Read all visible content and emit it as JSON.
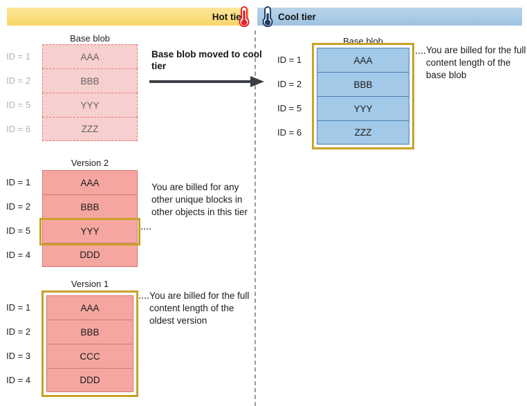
{
  "tiers": {
    "hot": {
      "label": "Hot tier",
      "icon": "thermometer-hot-icon",
      "bar_color": "#fbdd7e"
    },
    "cool": {
      "label": "Cool tier",
      "icon": "thermometer-cool-icon",
      "bar_color": "#a9cbe5"
    }
  },
  "transition": {
    "label": "Base blob moved to cool tier",
    "arrow": "right-arrow-icon"
  },
  "hot_tier": {
    "base_blob": {
      "title": "Base blob",
      "style": "dashed-faded",
      "rows": [
        {
          "id": "ID = 1",
          "block": "AAA"
        },
        {
          "id": "ID = 2",
          "block": "BBB"
        },
        {
          "id": "ID = 5",
          "block": "YYY"
        },
        {
          "id": "ID = 6",
          "block": "ZZZ"
        }
      ]
    },
    "version2": {
      "title": "Version 2",
      "highlight_row_index": 2,
      "rows": [
        {
          "id": "ID = 1",
          "block": "AAA"
        },
        {
          "id": "ID = 2",
          "block": "BBB"
        },
        {
          "id": "ID = 5",
          "block": "YYY"
        },
        {
          "id": "ID = 4",
          "block": "DDD"
        }
      ],
      "annotation": "You are billed for any other unique blocks in other objects in this tier"
    },
    "version1": {
      "title": "Version 1",
      "highlight_whole_block": true,
      "rows": [
        {
          "id": "ID = 1",
          "block": "AAA"
        },
        {
          "id": "ID = 2",
          "block": "BBB"
        },
        {
          "id": "ID = 3",
          "block": "CCC"
        },
        {
          "id": "ID = 4",
          "block": "DDD"
        }
      ],
      "annotation": "You are billed for the full content length of the oldest version"
    }
  },
  "cool_tier": {
    "base_blob": {
      "title": "Base blob",
      "highlight_whole_block": true,
      "rows": [
        {
          "id": "ID = 1",
          "block": "AAA"
        },
        {
          "id": "ID = 2",
          "block": "BBB"
        },
        {
          "id": "ID = 5",
          "block": "YYY"
        },
        {
          "id": "ID = 6",
          "block": "ZZZ"
        }
      ],
      "annotation": "You are billed for the full content length of the base blob"
    }
  },
  "colors": {
    "hot_bar": "#fbdd7e",
    "cool_bar": "#a9cbe5",
    "pink_fill": "#f5a6a0",
    "pink_faded_fill": "#f8cfcf",
    "blue_fill": "#a3c9e8",
    "gold_highlight": "#c9a227",
    "divider": "#9a9a9a"
  }
}
